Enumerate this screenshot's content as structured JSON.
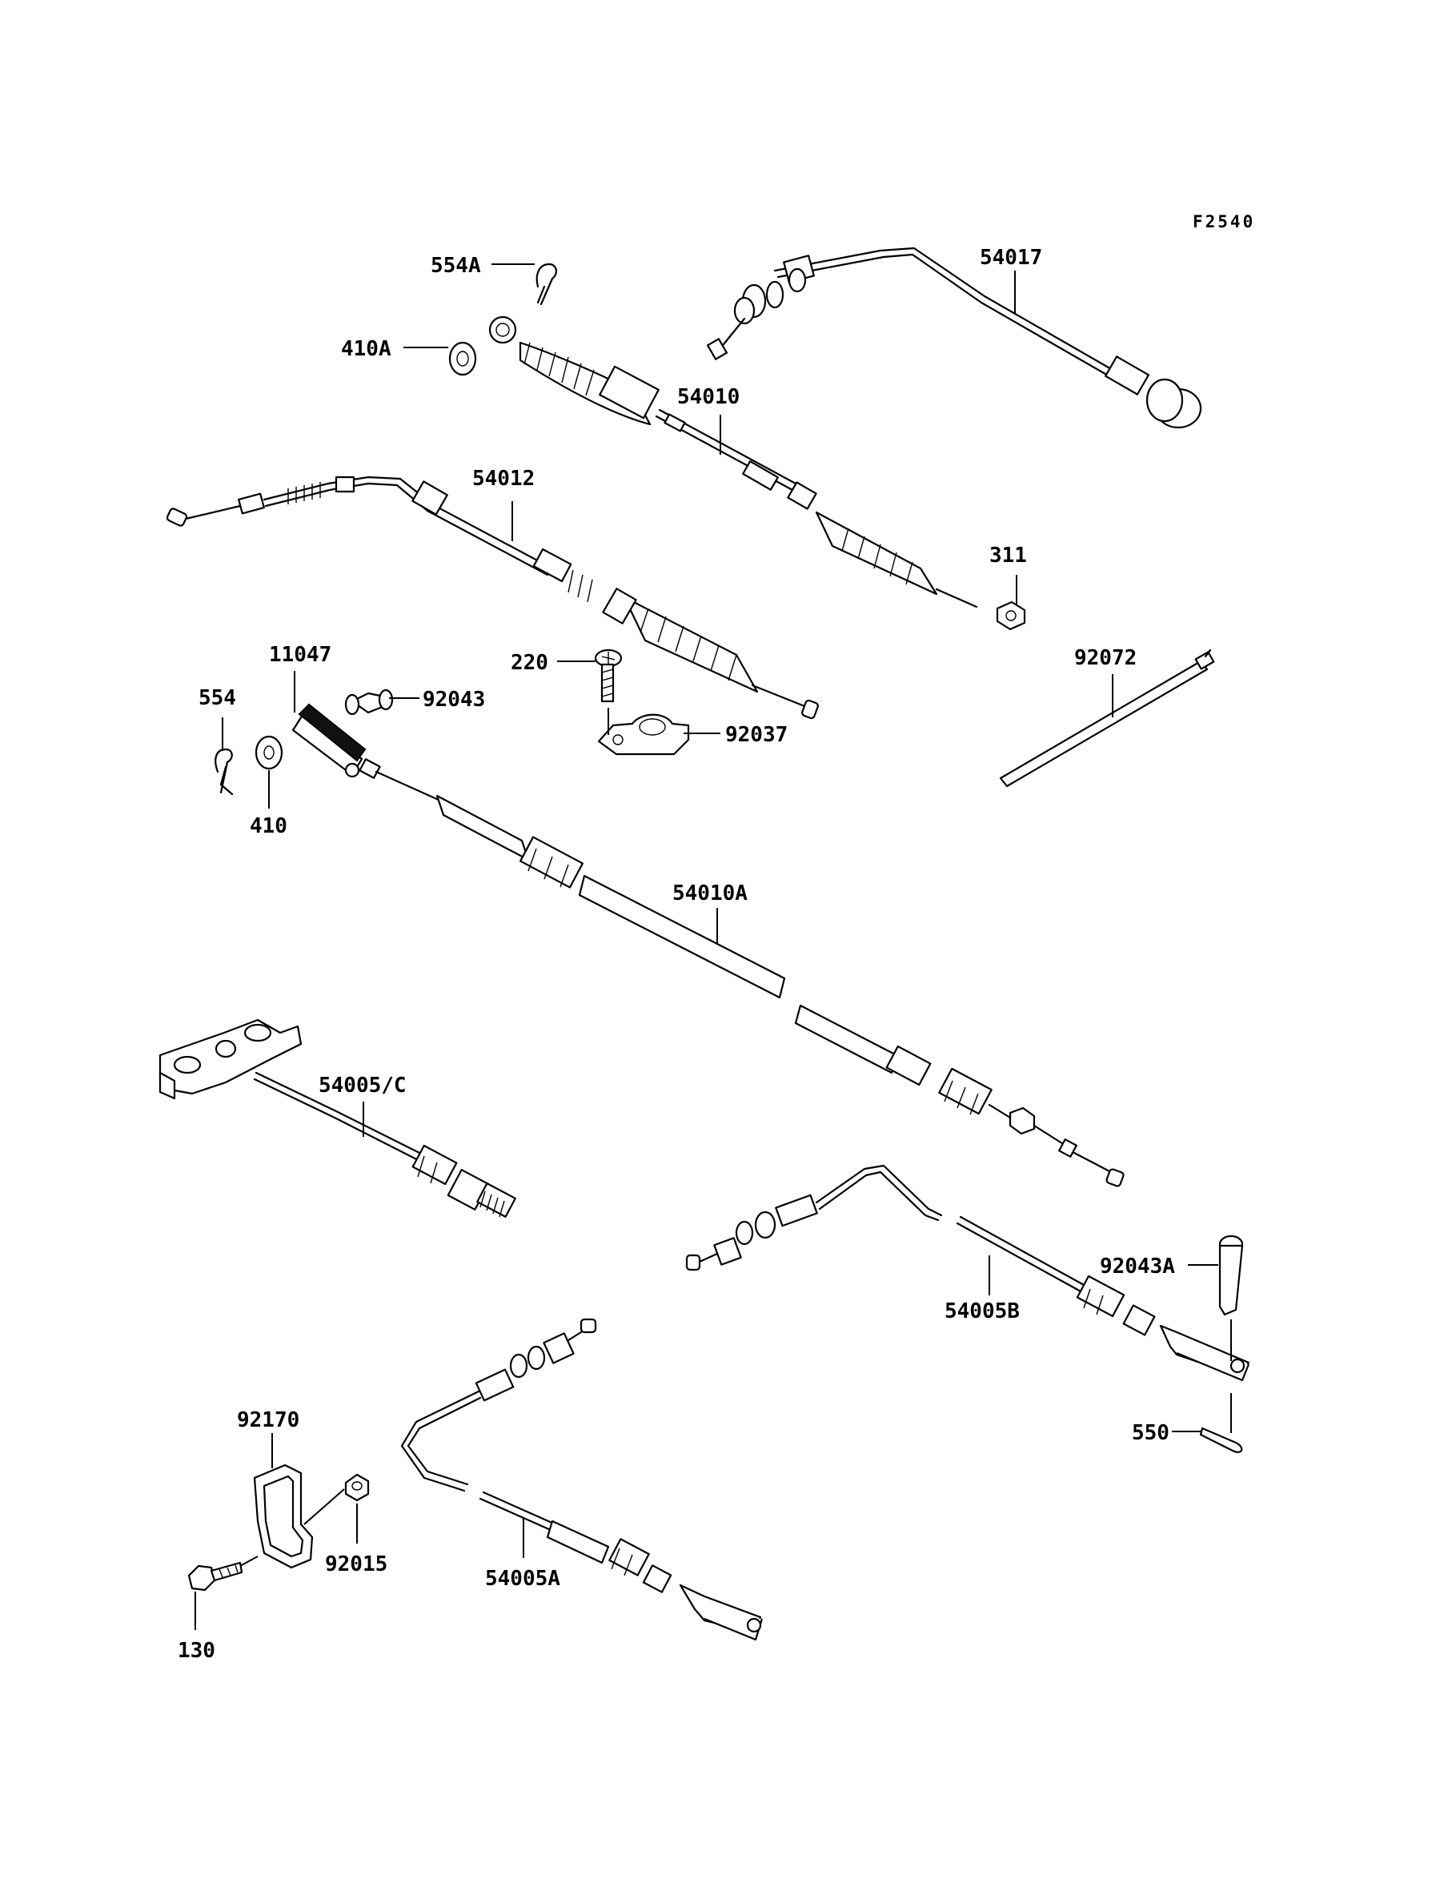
{
  "figure_code": "F2540",
  "callouts": {
    "554A": "554A",
    "410A": "410A",
    "54017": "54017",
    "54010": "54010",
    "54012": "54012",
    "311": "311",
    "220": "220",
    "11047": "11047",
    "92043": "92043",
    "554": "554",
    "92037": "92037",
    "92072": "92072",
    "410": "410",
    "54010A": "54010A",
    "54005C": "54005/C",
    "92043A": "92043A",
    "54005B": "54005B",
    "550": "550",
    "92170": "92170",
    "92015": "92015",
    "54005A": "54005A",
    "130": "130"
  }
}
